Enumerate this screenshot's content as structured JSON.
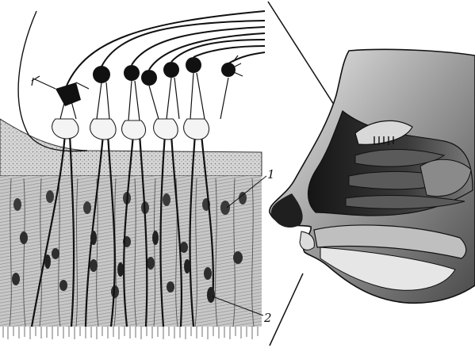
{
  "figure": {
    "labels": [
      {
        "id": "1",
        "text": "1",
        "target": "supporting-cell"
      },
      {
        "id": "2",
        "text": "2",
        "target": "olfactory-receptor-cell"
      }
    ]
  },
  "colors": {
    "ink": "#141414",
    "epithelium_fill": "#b9b9b9",
    "mucosa_fill": "#6e6e6e",
    "cavity_dark": "#2a2a2a",
    "background": "#ffffff"
  }
}
